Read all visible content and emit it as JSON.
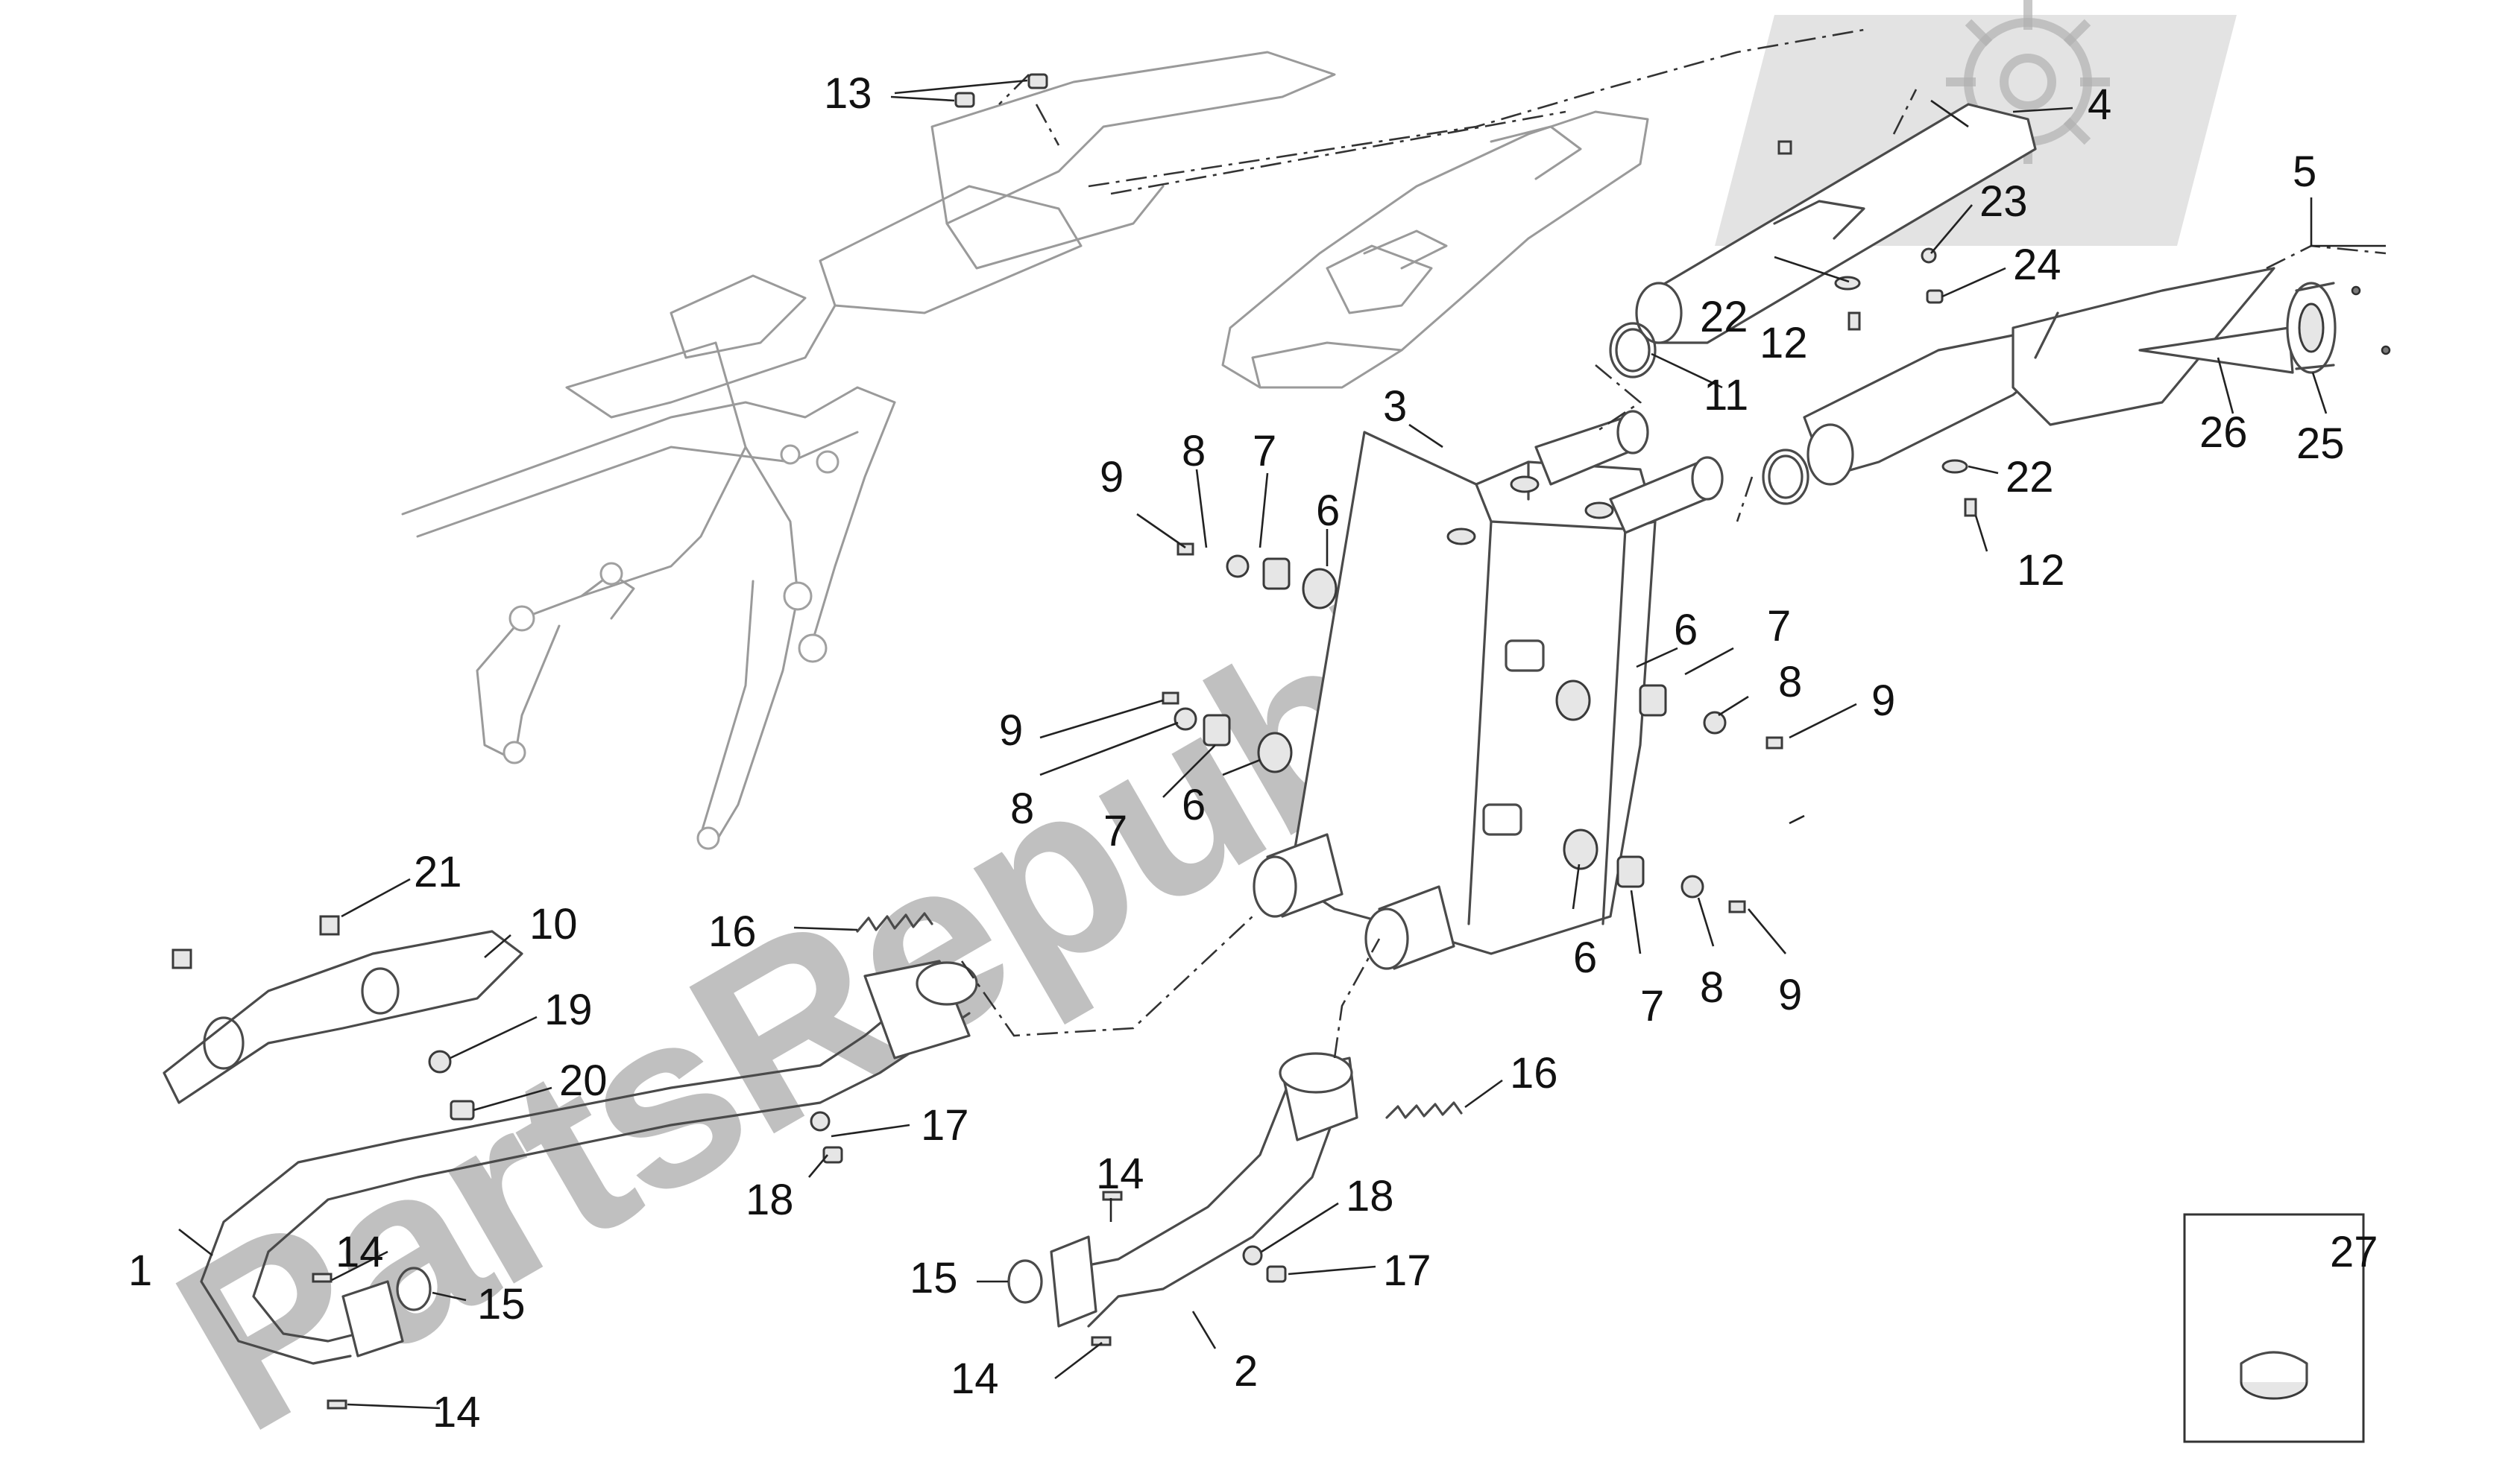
{
  "watermark": {
    "text": "PartsRepublik"
  },
  "callouts": [
    {
      "id": "c1",
      "label": "1"
    },
    {
      "id": "c2",
      "label": "2"
    },
    {
      "id": "c3",
      "label": "3"
    },
    {
      "id": "c4",
      "label": "4"
    },
    {
      "id": "c5",
      "label": "5"
    },
    {
      "id": "c6a",
      "label": "6"
    },
    {
      "id": "c6b",
      "label": "6"
    },
    {
      "id": "c6c",
      "label": "6"
    },
    {
      "id": "c6d",
      "label": "6"
    },
    {
      "id": "c7a",
      "label": "7"
    },
    {
      "id": "c7b",
      "label": "7"
    },
    {
      "id": "c7c",
      "label": "7"
    },
    {
      "id": "c7d",
      "label": "7"
    },
    {
      "id": "c8a",
      "label": "8"
    },
    {
      "id": "c8b",
      "label": "8"
    },
    {
      "id": "c8c",
      "label": "8"
    },
    {
      "id": "c8d",
      "label": "8"
    },
    {
      "id": "c9a",
      "label": "9"
    },
    {
      "id": "c9b",
      "label": "9"
    },
    {
      "id": "c9c",
      "label": "9"
    },
    {
      "id": "c9d",
      "label": "9"
    },
    {
      "id": "c10",
      "label": "10"
    },
    {
      "id": "c11",
      "label": "11"
    },
    {
      "id": "c12a",
      "label": "12"
    },
    {
      "id": "c12b",
      "label": "12"
    },
    {
      "id": "c13",
      "label": "13"
    },
    {
      "id": "c14a",
      "label": "14"
    },
    {
      "id": "c14b",
      "label": "14"
    },
    {
      "id": "c14c",
      "label": "14"
    },
    {
      "id": "c14d",
      "label": "14"
    },
    {
      "id": "c15a",
      "label": "15"
    },
    {
      "id": "c15b",
      "label": "15"
    },
    {
      "id": "c16a",
      "label": "16"
    },
    {
      "id": "c16b",
      "label": "16"
    },
    {
      "id": "c17a",
      "label": "17"
    },
    {
      "id": "c17b",
      "label": "17"
    },
    {
      "id": "c18a",
      "label": "18"
    },
    {
      "id": "c18b",
      "label": "18"
    },
    {
      "id": "c19",
      "label": "19"
    },
    {
      "id": "c20",
      "label": "20"
    },
    {
      "id": "c21",
      "label": "21"
    },
    {
      "id": "c22a",
      "label": "22"
    },
    {
      "id": "c22b",
      "label": "22"
    },
    {
      "id": "c23",
      "label": "23"
    },
    {
      "id": "c24",
      "label": "24"
    },
    {
      "id": "c25",
      "label": "25"
    },
    {
      "id": "c26",
      "label": "26"
    },
    {
      "id": "c27",
      "label": "27"
    }
  ]
}
